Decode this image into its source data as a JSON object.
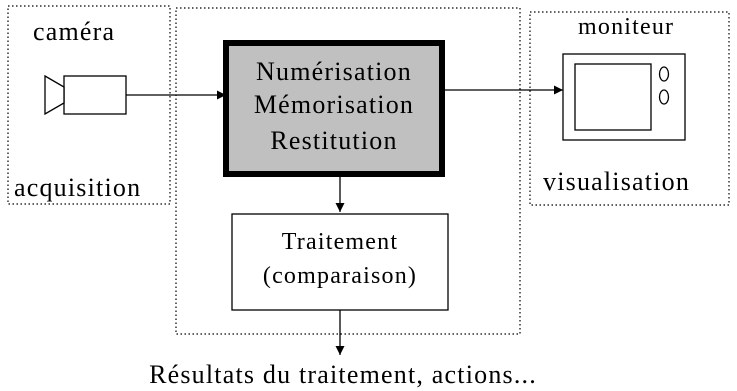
{
  "diagram": {
    "camera_title": "caméra",
    "acquisition_label": "acquisition",
    "monitor_title": "moniteur",
    "visualisation_label": "visualisation",
    "process_lines": [
      "Numérisation",
      "Mémorisation",
      "Restitution"
    ],
    "treatment_lines": [
      "Traitement",
      "(comparaison)"
    ],
    "result_label": "Résultats du traitement, actions..."
  },
  "colors": {
    "process_fill": "#c0c0c0",
    "line": "#000000",
    "background": "#ffffff"
  }
}
